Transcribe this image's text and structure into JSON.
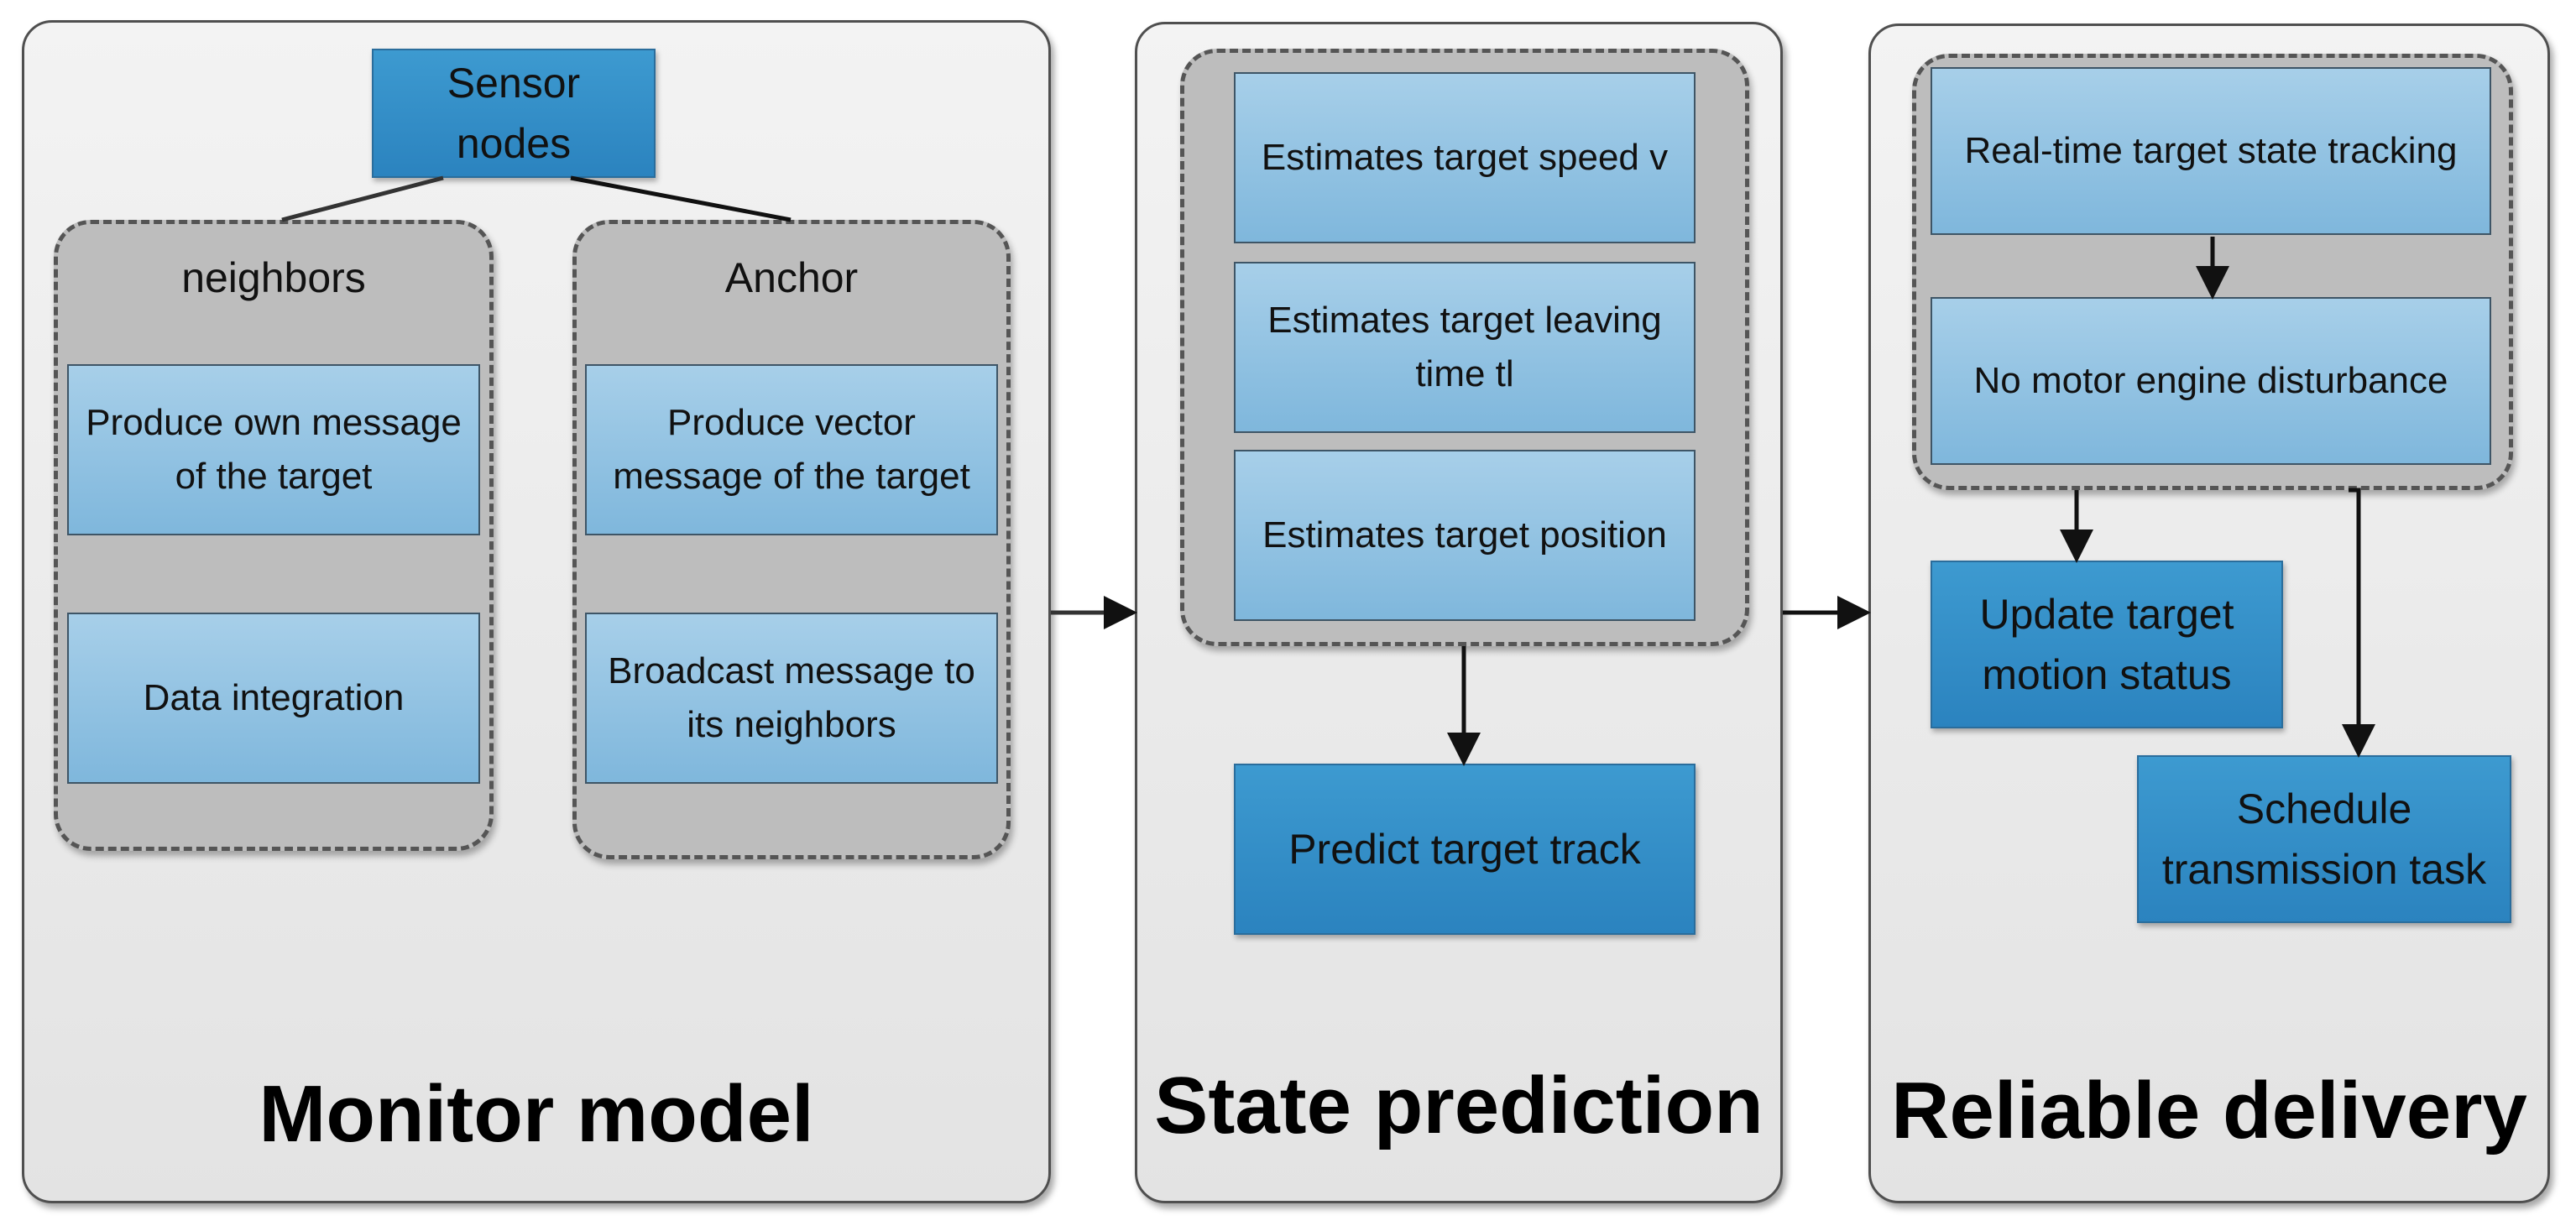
{
  "panels": {
    "monitor": {
      "title": "Monitor model",
      "root": "Sensor nodes",
      "neighbors": {
        "label": "neighbors",
        "items": [
          "Produce own message of the target",
          "Data integration"
        ]
      },
      "anchor": {
        "label": "Anchor",
        "items": [
          "Produce  vector message of the target",
          "Broadcast message to its neighbors"
        ]
      }
    },
    "state": {
      "title": "State prediction",
      "items": [
        "Estimates target speed v",
        "Estimates target leaving time  tl",
        "Estimates target position"
      ],
      "output": "Predict target track"
    },
    "delivery": {
      "title": "Reliable delivery",
      "items": [
        "Real-time target state tracking",
        "No motor engine disturbance"
      ],
      "outputs": [
        "Update target motion status",
        "Schedule transmission task"
      ]
    }
  },
  "colors": {
    "light_box": "#8fc1e2",
    "dark_box": "#3592cb",
    "group_fill": "#bdbdbd",
    "panel_fill": "#ebebeb",
    "line": "#111111"
  }
}
